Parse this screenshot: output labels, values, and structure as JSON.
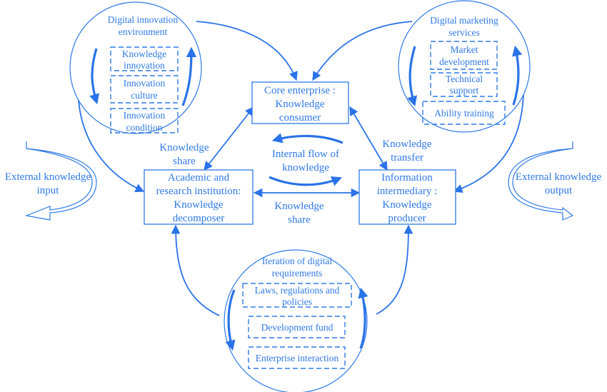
{
  "diagram": {
    "colors": {
      "primary": "#2f7ae5",
      "arrow": "#2a73e8"
    },
    "modules": {
      "innovation_env": {
        "title": [
          "Digital innovation",
          "environment"
        ],
        "items": [
          [
            "Knowledge",
            "innovation"
          ],
          [
            "Innovation",
            "culture"
          ],
          [
            "Innovation",
            "condition"
          ]
        ]
      },
      "marketing": {
        "title": [
          "Digital marketing",
          "services"
        ],
        "items": [
          [
            "Market",
            "development"
          ],
          [
            "Technical",
            "support"
          ],
          [
            "Ability training"
          ]
        ]
      },
      "requirements": {
        "title": [
          "Iteration of digital",
          "requirements"
        ],
        "items": [
          [
            "Laws, regulations and",
            "policies"
          ],
          [
            "Development fund"
          ],
          [
            "Enterprise interaction"
          ]
        ]
      }
    },
    "nodes": {
      "core": [
        "Core enterprise :",
        "Knowledge",
        "consumer"
      ],
      "academic": [
        "Academic and",
        "research institution:",
        "Knowledge",
        "decomposer"
      ],
      "intermediary": [
        "Information",
        "intermediary :",
        "Knowledge",
        "producer"
      ]
    },
    "edge_labels": {
      "share_left": [
        "Knowledge",
        "share"
      ],
      "transfer_right": [
        "Knowledge",
        "transfer"
      ],
      "share_bottom": [
        "Knowledge",
        "share"
      ],
      "internal_flow": [
        "Internal flow of",
        "knowledge"
      ]
    },
    "external": {
      "input": [
        "External knowledge",
        "input"
      ],
      "output": [
        "External knowledge",
        "output"
      ]
    }
  }
}
